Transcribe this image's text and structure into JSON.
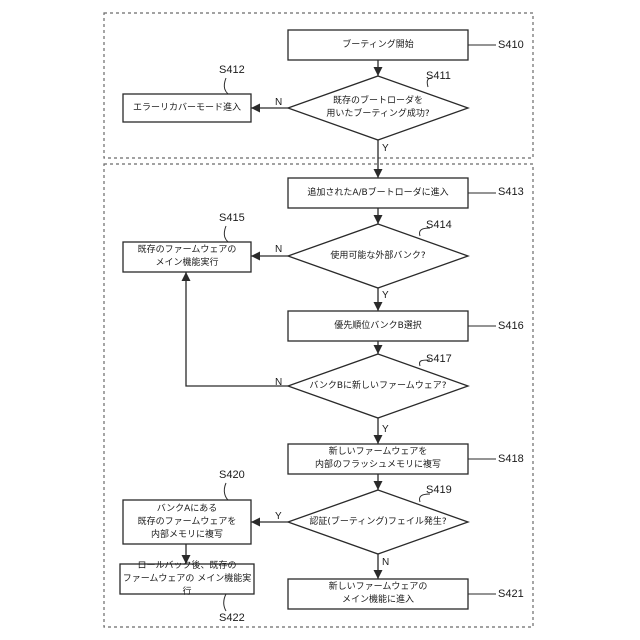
{
  "flowchart": {
    "nodes": [
      {
        "id": "S410",
        "text": "ブーティング開始"
      },
      {
        "id": "S411",
        "text": "既存のブートローダを\n用いたブーティング成功?"
      },
      {
        "id": "S412",
        "text": "エラーリカバーモード進入"
      },
      {
        "id": "S413",
        "text": "追加されたA/Bブートローダに進入"
      },
      {
        "id": "S414",
        "text": "使用可能な外部バンク?"
      },
      {
        "id": "S415",
        "text": "既存のファームウェアの\nメイン機能実行"
      },
      {
        "id": "S416",
        "text": "優先順位バンクB選択"
      },
      {
        "id": "S417",
        "text": "バンクBに新しいファームウェア?"
      },
      {
        "id": "S418",
        "text": "新しいファームウェアを\n内部のフラッシュメモリに複写"
      },
      {
        "id": "S419",
        "text": "認証(ブーティング)フェイル発生?"
      },
      {
        "id": "S420",
        "text": "バンクAにある\n既存のファームウェアを\n内部メモリに複写"
      },
      {
        "id": "S421",
        "text": "新しいファームウェアの\nメイン機能に進入"
      },
      {
        "id": "S422",
        "text": "ロールバック後、既存の\nファームウェアの メイン機能実行"
      }
    ],
    "step_labels": {
      "S410": "S410",
      "S411": "S411",
      "S412": "S412",
      "S413": "S413",
      "S414": "S414",
      "S415": "S415",
      "S416": "S416",
      "S417": "S417",
      "S418": "S418",
      "S419": "S419",
      "S420": "S420",
      "S421": "S421",
      "S422": "S422"
    },
    "edge_labels": {
      "s411_no": "N",
      "s411_yes": "Y",
      "s414_no": "N",
      "s414_yes": "Y",
      "s417_no": "N",
      "s417_yes": "Y",
      "s419_yes": "Y",
      "s419_no": "N"
    }
  },
  "colors": {
    "stroke": "#2a2a2a",
    "dashed": "#6a6a6a",
    "text": "#1a1a1a"
  }
}
